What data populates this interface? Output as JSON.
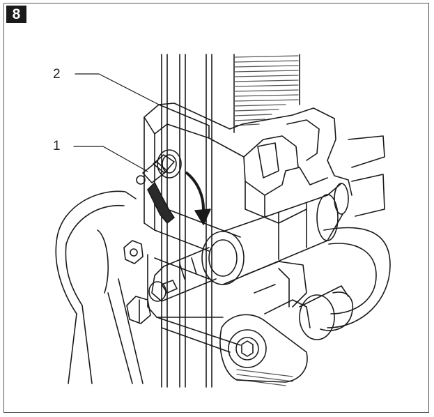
{
  "figure": {
    "step_number": "8",
    "callouts": [
      {
        "label": "2"
      },
      {
        "label": "1"
      }
    ]
  },
  "colors": {
    "ink": "#1a1a1a",
    "hatch": "#555555",
    "frame": "#555555"
  }
}
